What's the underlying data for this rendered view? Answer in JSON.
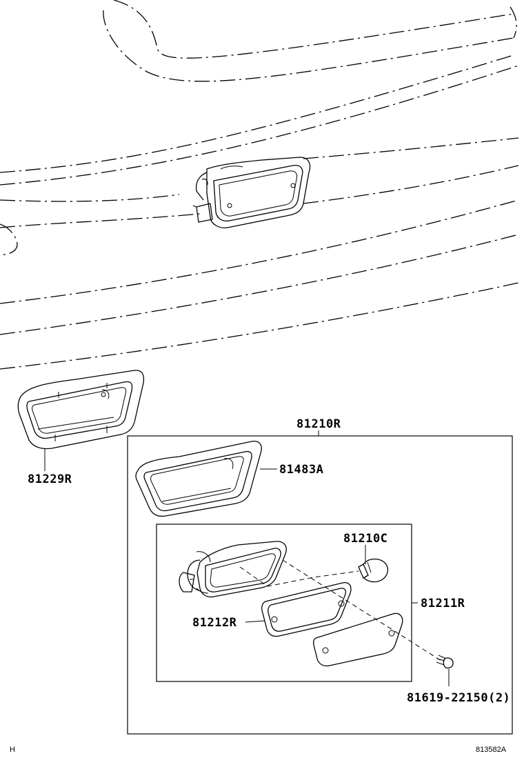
{
  "diagram": {
    "labels": {
      "assembly": "81210R",
      "garnish": "81229R",
      "gasket_outer": "81483A",
      "bulb": "81210C",
      "housing": "81211R",
      "lens_gasket": "81212R",
      "screw": "81619-22150(2)"
    },
    "corner_left": "H",
    "figure_code": "813582A"
  }
}
